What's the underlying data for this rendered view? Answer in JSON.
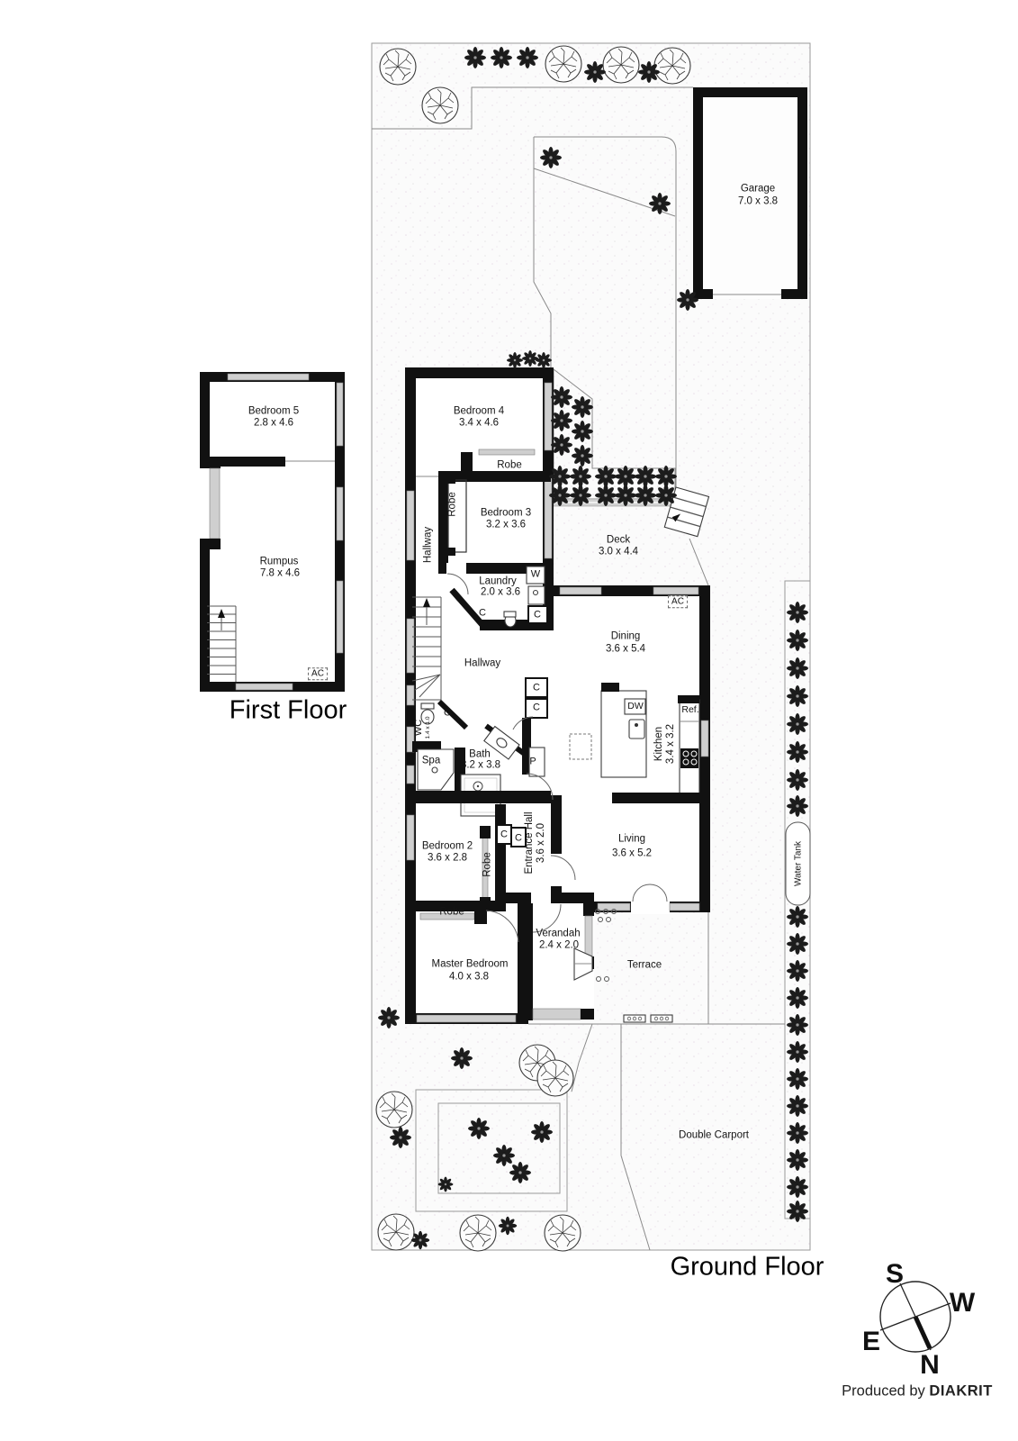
{
  "captions": {
    "first_floor": "First Floor",
    "ground_floor": "Ground Floor"
  },
  "credit": {
    "prefix": "Produced by",
    "brand": "DIAKRIT"
  },
  "compass": {
    "n": "N",
    "s": "S",
    "e": "E",
    "w": "W"
  },
  "fixtures": {
    "closet": "C",
    "washer": "W",
    "pantry": "P",
    "dishwasher": "DW",
    "fridge": "Ref.",
    "air_conditioner": "AC"
  },
  "rooms": {
    "garage": {
      "name": "Garage",
      "dims": "7.0 x 3.8"
    },
    "bedroom5": {
      "name": "Bedroom 5",
      "dims": "2.8 x 4.6"
    },
    "rumpus": {
      "name": "Rumpus",
      "dims": "7.8 x 4.6"
    },
    "bedroom4": {
      "name": "Bedroom 4",
      "dims": "3.4 x 4.6"
    },
    "bedroom3": {
      "name": "Bedroom 3",
      "dims": "3.2 x 3.6"
    },
    "laundry": {
      "name": "Laundry",
      "dims": "2.0 x 3.6"
    },
    "deck": {
      "name": "Deck",
      "dims": "3.0 x 4.4"
    },
    "dining": {
      "name": "Dining",
      "dims": "3.6 x 5.4"
    },
    "kitchen": {
      "name": "Kitchen",
      "dims": "3.4 x 3.2"
    },
    "hallway": {
      "name": "Hallway"
    },
    "wc": {
      "name": "WC",
      "dims": "1.4 x 1.0"
    },
    "bath": {
      "name": "Bath",
      "dims": "3.2 x 3.8"
    },
    "spa": {
      "name": "Spa"
    },
    "robe": {
      "name": "Robe"
    },
    "bedroom2": {
      "name": "Bedroom 2",
      "dims": "3.6 x 2.8"
    },
    "entrance_hall": {
      "name": "Entrance Hall",
      "dims": "3.6 x 2.0"
    },
    "living": {
      "name": "Living",
      "dims": "3.6 x 5.2"
    },
    "master_bedroom": {
      "name": "Master Bedroom",
      "dims": "4.0 x 3.8"
    },
    "verandah": {
      "name": "Verandah",
      "dims": "2.4 x 2.0"
    },
    "terrace": {
      "name": "Terrace"
    },
    "water_tank": {
      "name": "Water Tank"
    },
    "double_carport": {
      "name": "Double Carport"
    }
  }
}
